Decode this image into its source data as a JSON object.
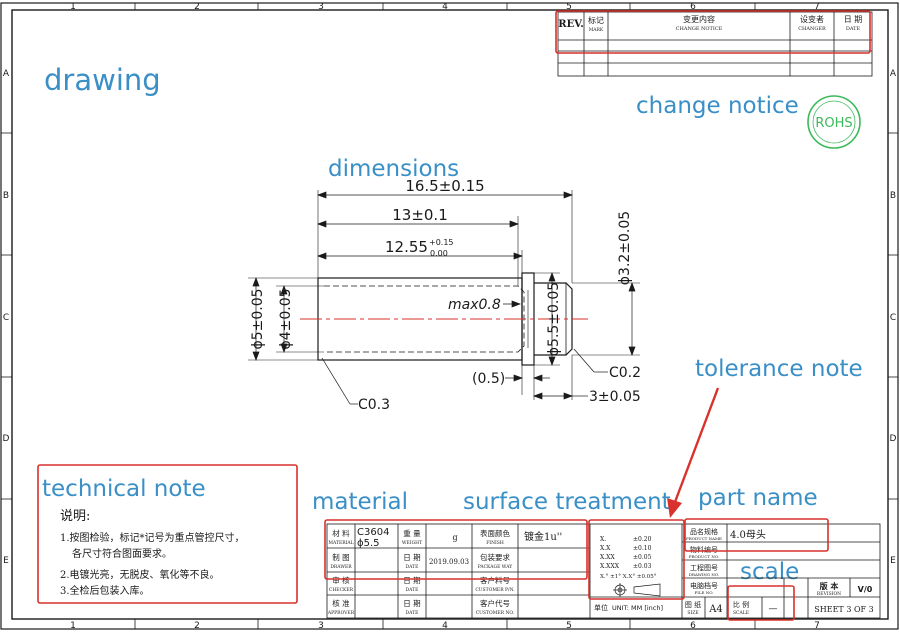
{
  "callouts": {
    "drawing": "drawing",
    "change_notice": "change notice",
    "dimensions": "dimensions",
    "tolerance_note": "tolerance note",
    "technical_note": "technical note",
    "material": "material",
    "surface_treatment": "surface treatment",
    "part_name": "part name",
    "scale": "scale"
  },
  "border": {
    "columns": [
      "1",
      "2",
      "3",
      "4",
      "5",
      "6",
      "7"
    ],
    "rows": [
      "A",
      "B",
      "C",
      "D",
      "E"
    ]
  },
  "rohs": "ROHS",
  "revision_table": {
    "rev": "REV.",
    "mark_cn": "标记",
    "mark_en": "MARK",
    "change_cn": "变更内容",
    "change_en": "CHANGE NOTICE",
    "changer_cn": "设变者",
    "changer_en": "CHANGER",
    "date_cn": "日 期",
    "date_en": "DATE"
  },
  "dimensions": {
    "overall_length": "16.5±0.15",
    "length_13": "13±0.1",
    "length_1255": "12.55",
    "tol_upper": "+0.15",
    "tol_lower": "0.00",
    "max_depth": "max0.8",
    "dia_outer": "ϕ5±0.05",
    "dia_inner": "ϕ4±0.05",
    "dia_pin": "ϕ3.2±0.05",
    "dia_flange": "ϕ5.5±0.05",
    "chamfer_right": "C0.2",
    "chamfer_left": "C0.3",
    "flange_width": "(0.5)",
    "pin_length": "3±0.05"
  },
  "technical_note": {
    "title": "说明:",
    "lines": [
      "1.按图检验，标记*记号为重点管控尺寸，",
      "各尺寸符合图面要求。",
      "2.电镀光亮，无脱皮、氧化等不良。",
      "3.全检后包装入库。"
    ]
  },
  "title_block": {
    "material_cn": "材 料",
    "material_en": "MATERIAL",
    "material_value": "C3604",
    "material_size": "ϕ5.5",
    "weight_cn": "重 量",
    "weight_en": "WEIGHT",
    "weight_unit": "g",
    "finish_cn": "表面颜色",
    "finish_en": "FINISH",
    "finish_value": "镀金1u''",
    "drawn_cn": "制 图",
    "drawn_en": "DRAWER",
    "date_cn": "日 期",
    "date_en": "DATE",
    "date_value": "2019.09.03",
    "package_cn": "包装要求",
    "package_en": "PACKAGE WAY",
    "check_cn": "审 核",
    "check_en": "CHECKER",
    "customer_pn_cn": "客户料号",
    "customer_pn_en": "CUSTOMER P/N.",
    "approve_cn": "核 准",
    "approve_en": "APPROVER",
    "customer_code_cn": "客户代号",
    "customer_code_en": "CUSTOMER NO.",
    "tol_lines": [
      {
        "label": "X.",
        "value": "±0.20"
      },
      {
        "label": "X.X",
        "value": "±0.10"
      },
      {
        "label": "X.XX",
        "value": "±0.05"
      },
      {
        "label": "X.XXX",
        "value": "±0.03"
      }
    ],
    "tol_angle": "X.° ±1°   X.X° ±0.05°",
    "unit_label": "单位",
    "unit_value": "UNIT: MM [inch]",
    "size_cn": "图 纸",
    "size_en": "SIZE",
    "size_value": "A4",
    "scale_cn": "比 例",
    "scale_en": "SCALE",
    "scale_value": "—",
    "product_name_cn": "品名规格",
    "product_name_en": "PRODUCT NAME",
    "product_name_value": "4.0母头",
    "material_no_cn": "物料编号",
    "material_no_en": "PRODUCT NO.",
    "drawing_no_cn": "工程图号",
    "drawing_no_en": "DRAWING NO.",
    "file_no_cn": "电脑档号",
    "file_no_en": "FILE NO.",
    "version_cn": "版 本",
    "version_en": "REVISION",
    "version_value": "V/0",
    "sheet": "SHEET 3 OF 3"
  },
  "colors": {
    "annotation_text": "#3a8fc7",
    "highlight_box": "#d9312b",
    "rohs_green": "#3cb95a",
    "line": "#1a1a1a"
  }
}
